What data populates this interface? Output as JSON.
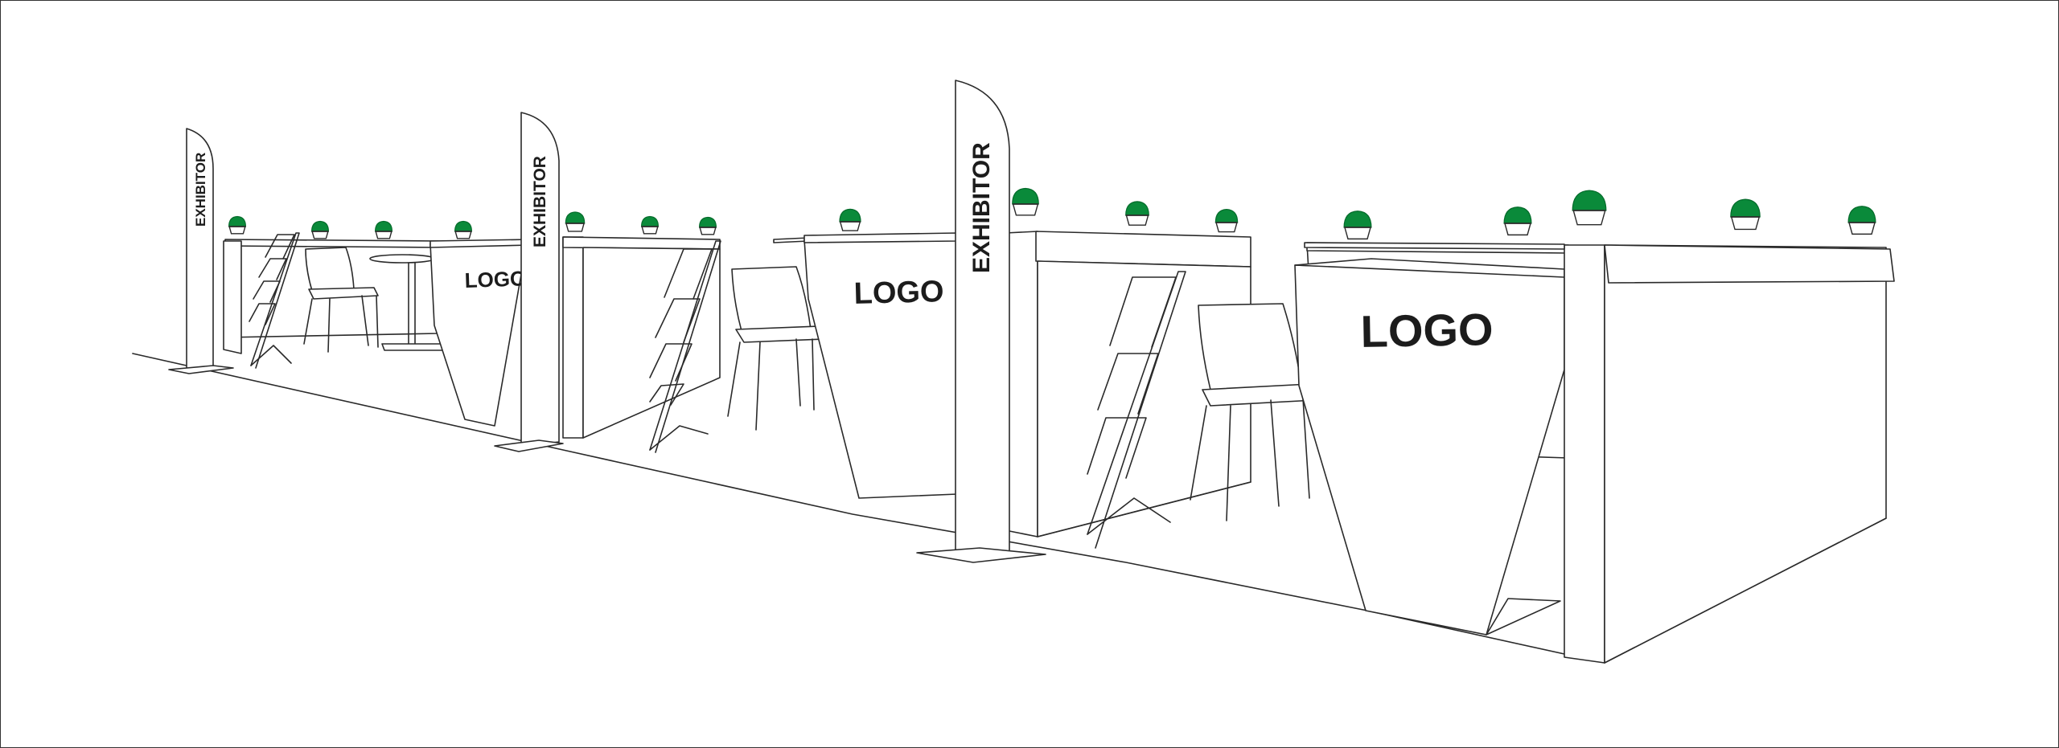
{
  "colors": {
    "line": "#2a2a2a",
    "plant": "#0a8a3a",
    "plant_dark": "#056b2b",
    "panel": "#ffffff"
  },
  "banners": [
    {
      "text": "EXHIBITOR"
    },
    {
      "text": "EXHIBITOR"
    },
    {
      "text": "EXHIBITOR"
    }
  ],
  "logos": [
    {
      "text": "LOGO"
    },
    {
      "text": "LOGO"
    },
    {
      "text": "LOGO"
    }
  ],
  "icons": {
    "plant": "potted-plant-icon",
    "chair": "chair-icon",
    "brochure_rack": "brochure-rack-icon",
    "table": "round-table-icon"
  }
}
